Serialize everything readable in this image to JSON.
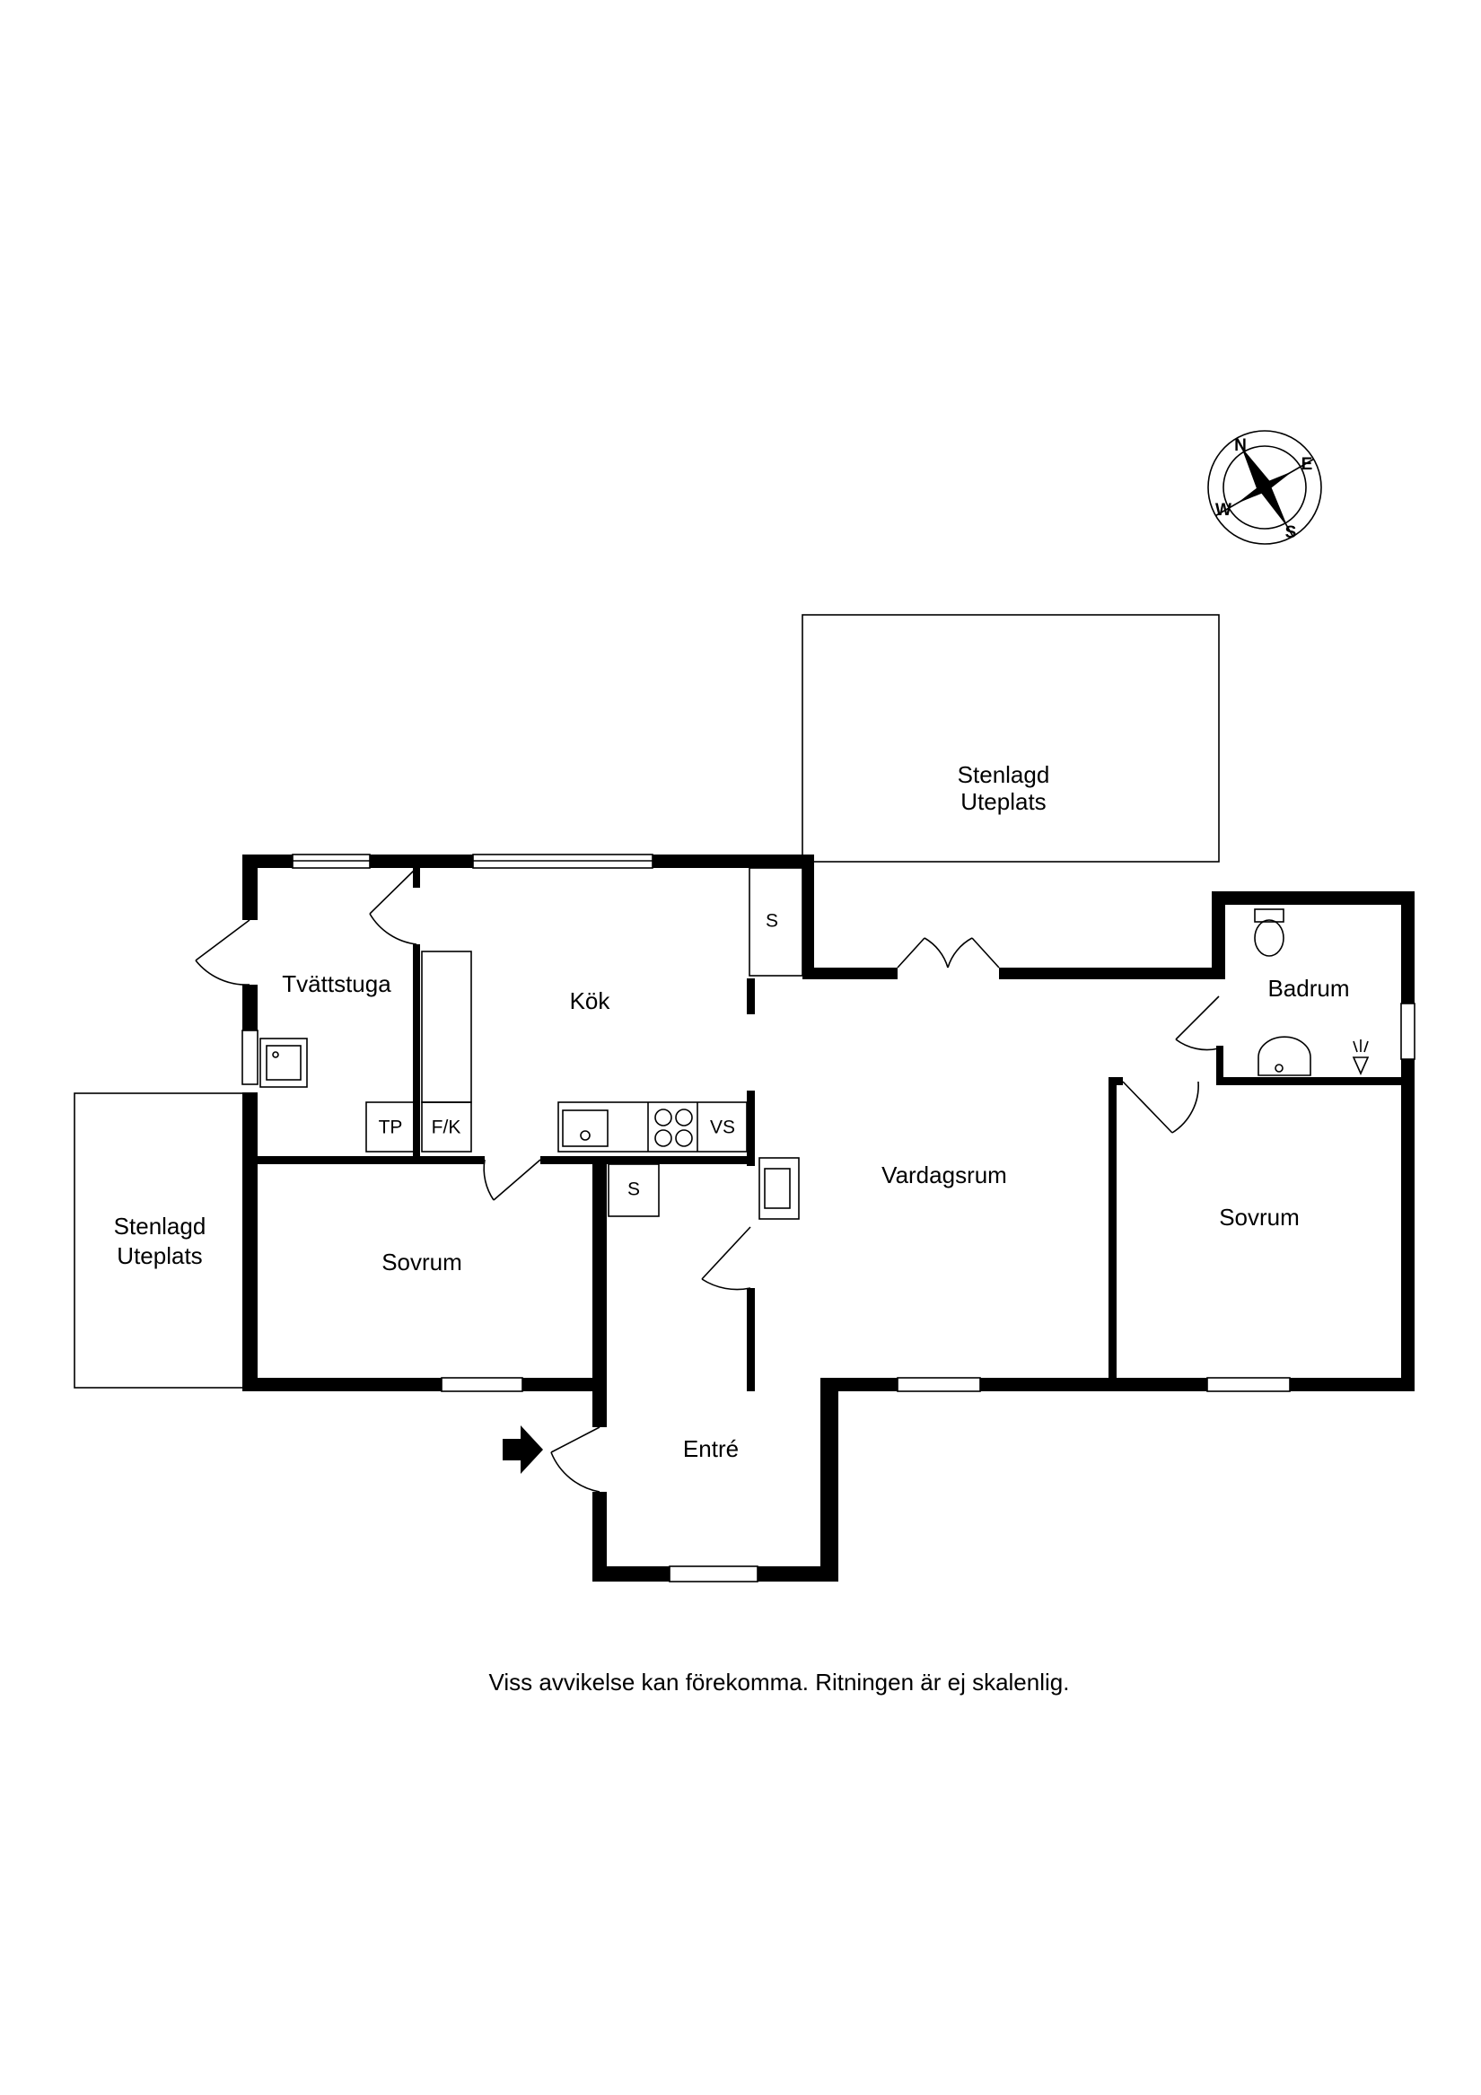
{
  "rooms": {
    "terrace_top": [
      "Stenlagd",
      "Uteplats"
    ],
    "terrace_left": [
      "Stenlagd",
      "Uteplats"
    ],
    "tvattstuga": "Tvättstuga",
    "kok": "Kök",
    "badrum": "Badrum",
    "vardagsrum": "Vardagsrum",
    "sovrum_left": "Sovrum",
    "sovrum_right": "Sovrum",
    "entre": "Entré"
  },
  "fixtures": {
    "storage_kok": "S",
    "storage_entre": "S",
    "tp": "TP",
    "fk": "F/K",
    "vs": "VS"
  },
  "compass": {
    "n": "N",
    "e": "E",
    "s": "S",
    "w": "W"
  },
  "disclaimer": "Viss avvikelse kan förekomma. Ritningen är ej skalenlig."
}
